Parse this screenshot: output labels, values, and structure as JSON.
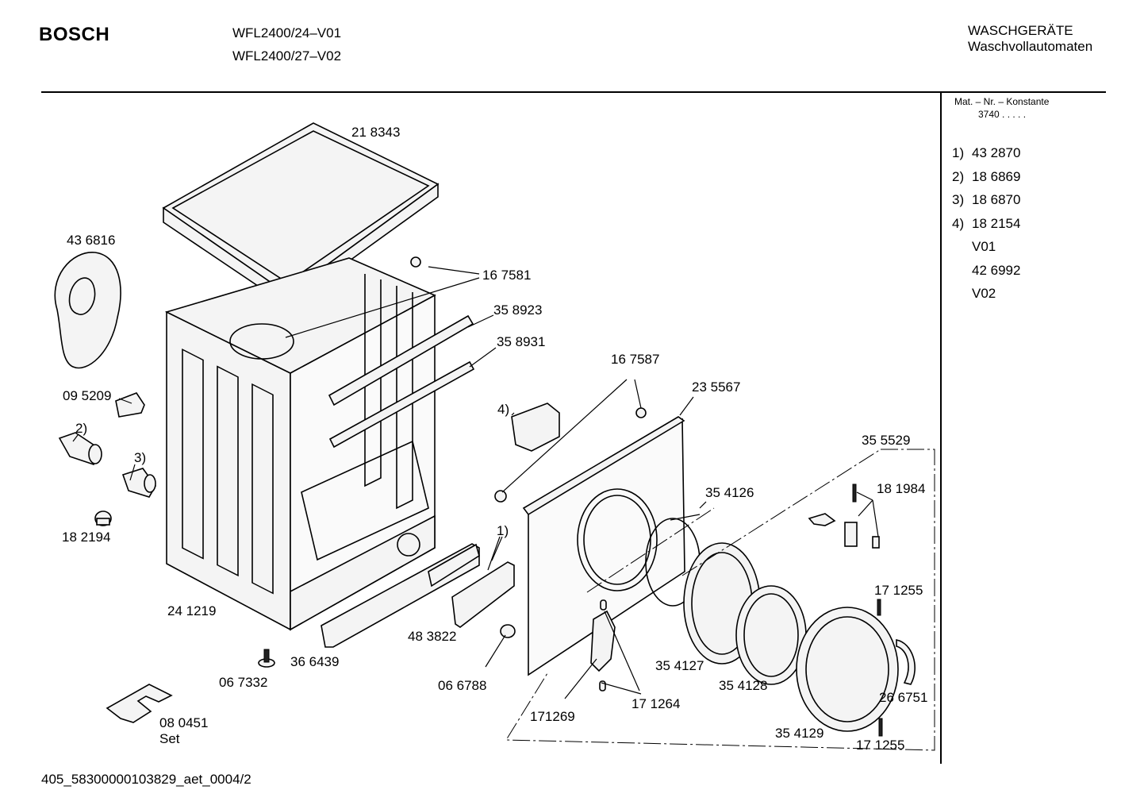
{
  "header": {
    "brand": "BOSCH",
    "models": [
      "WFL2400/24–V01",
      "WFL2400/27–V02"
    ],
    "category_line1": "WASCHGERÄTE",
    "category_line2": "Waschvollautomaten"
  },
  "sidebar": {
    "mat_label": "Mat. – Nr. – Konstante",
    "mat_value": "3740  .  .    .  .  .",
    "items": [
      {
        "num": "1)",
        "value": "43 2870"
      },
      {
        "num": "2)",
        "value": "18 6869"
      },
      {
        "num": "3)",
        "value": "18 6870"
      },
      {
        "num": "4)",
        "value": "18 2154"
      },
      {
        "num": "",
        "value": "V01"
      },
      {
        "num": "",
        "value": "42 6992"
      },
      {
        "num": "",
        "value": "V02"
      }
    ]
  },
  "parts": {
    "p218343": "21 8343",
    "p436816": "43 6816",
    "p167581": "16 7581",
    "p358923": "35 8923",
    "p358931": "35 8931",
    "p167587": "16 7587",
    "p235567": "23 5567",
    "p095209": "09 5209",
    "p2": "2)",
    "p3": "3)",
    "p4": "4)",
    "p182194": "18 2194",
    "p355529": "35 5529",
    "p354126": "35 4126",
    "p181984": "18 1984",
    "p1": "1)",
    "p171255a": "17 1255",
    "p241219": "24 1219",
    "p483822": "48 3822",
    "p366439": "36 6439",
    "p067332": "06 7332",
    "p066788": "06 6788",
    "p354127": "35 4127",
    "p354128": "35 4128",
    "p266751": "26 6751",
    "p171269": "171269",
    "p171264": "17 1264",
    "p080451": "08 0451",
    "pset": "Set",
    "p354129": "35 4129",
    "p171255b": "17 1255"
  },
  "footer": {
    "code": "405_58300000103829_aet_0004/2"
  }
}
